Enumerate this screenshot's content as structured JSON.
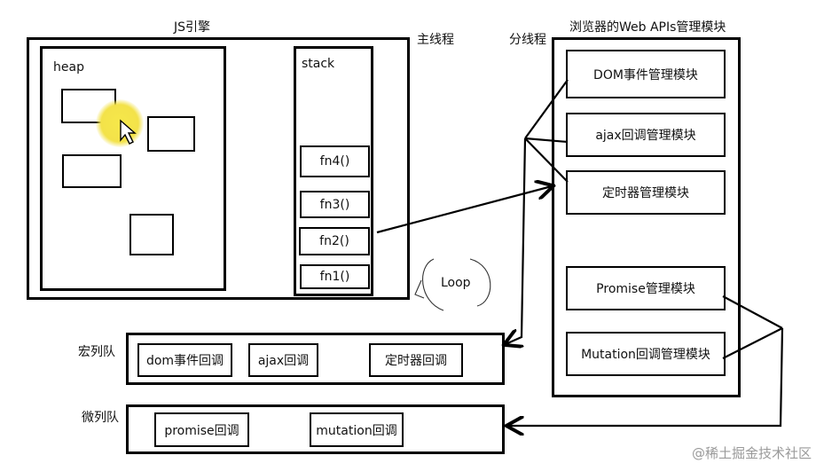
{
  "js_engine": {
    "title": "JS引擎",
    "heap_label": "heap",
    "stack_label": "stack",
    "stack_frames": [
      "fn4()",
      "fn3()",
      "fn2()",
      "fn1()"
    ]
  },
  "main_thread_label": "主线程",
  "branch_thread_label": "分线程",
  "web_apis": {
    "title": "浏览器的Web APIs管理模块",
    "modules": [
      "DOM事件管理模块",
      "ajax回调管理模块",
      "定时器管理模块",
      "Promise管理模块",
      "Mutation回调管理模块"
    ]
  },
  "loop_label": "Loop",
  "macro_queue": {
    "label": "宏列队",
    "items": [
      "dom事件回调",
      "ajax回调",
      "定时器回调"
    ]
  },
  "micro_queue": {
    "label": "微列队",
    "items": [
      "promise回调",
      "mutation回调"
    ]
  },
  "watermark": "@稀土掘金技术社区"
}
